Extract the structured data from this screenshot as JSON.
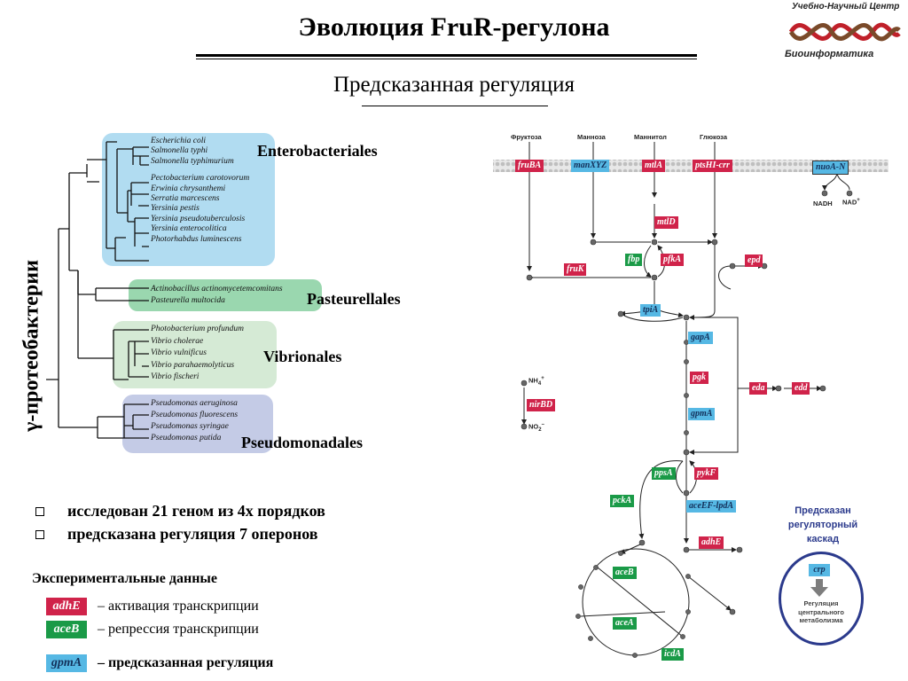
{
  "header": {
    "title": "Эволюция FruR-регулона",
    "subtitle": "Предсказанная регуляция",
    "logo_top": "Учебно-Научный Центр",
    "logo_bottom": "Биоинформатика"
  },
  "tree": {
    "vertical_label": "γ-протеобактерии",
    "orders": [
      {
        "name": "Enterobacteriales",
        "color": "#a9d8f0",
        "species": [
          "Escherichia coli",
          "Salmonella typhi",
          "Salmonella typhimurium",
          "Pectobacterium carotovorum",
          "Erwinia chrysanthemi",
          "Serratia marcescens",
          "Yersinia pestis",
          "Yersinia pseudotuberculosis",
          "Yersinia enterocolitica",
          "Photorhabdus luminescens"
        ]
      },
      {
        "name": "Pasteurellales",
        "color": "#8fd3a6",
        "species": [
          "Actinobacillus actinomycetemcomitans",
          "Pasteurella multocida"
        ]
      },
      {
        "name": "Vibrionales",
        "color": "#d5ead5",
        "species": [
          "Photobacterium profundum",
          "Vibrio cholerae",
          "Vibrio vulnificus",
          "Vibrio parahaemolyticus",
          "Vibrio fischeri"
        ]
      },
      {
        "name": "Pseudomonadales",
        "color": "#c4cbe6",
        "species": [
          "Pseudomonas aeruginosa",
          "Pseudomonas fluorescens",
          "Pseudomonas syringae",
          "Pseudomonas putida"
        ]
      }
    ]
  },
  "bullets": [
    "исследован 21 геном из 4х порядков",
    "предсказана регуляция 7 оперонов"
  ],
  "experimental": {
    "title": "Экспериментальные данные",
    "legend": [
      {
        "tag": "adhE",
        "color": "red",
        "text": "– активация транскрипции",
        "bold": false
      },
      {
        "tag": "aceB",
        "color": "green",
        "text": "– репрессия транскрипции",
        "bold": false
      },
      {
        "tag": "gpmA",
        "color": "blue",
        "text": "– предсказанная регуляция",
        "bold": true
      }
    ]
  },
  "pathway": {
    "sugars": [
      "Фруктоза",
      "Манноза",
      "Маннитол",
      "Глюкоза"
    ],
    "membrane_genes": [
      {
        "name": "fruBA",
        "color": "red"
      },
      {
        "name": "manXYZ",
        "color": "blue"
      },
      {
        "name": "mtlA",
        "color": "red"
      },
      {
        "name": "ptsHI-crr",
        "color": "red"
      },
      {
        "name": "nuoA-N",
        "color": "blue"
      }
    ],
    "nadh": "NADH",
    "nad": "NAD",
    "nad_sup": "+",
    "nh4": "NH",
    "nh4_sub": "4",
    "nh4_sup": "+",
    "no2": "NO",
    "no2_sub": "2",
    "no2_sup": "–",
    "genes": [
      {
        "name": "mtlD",
        "color": "red"
      },
      {
        "name": "fbp",
        "color": "green"
      },
      {
        "name": "pfkA",
        "color": "red"
      },
      {
        "name": "fruK",
        "color": "red"
      },
      {
        "name": "epd",
        "color": "red"
      },
      {
        "name": "tpiA",
        "color": "blue"
      },
      {
        "name": "gapA",
        "color": "blue"
      },
      {
        "name": "pgk",
        "color": "red"
      },
      {
        "name": "eda",
        "color": "red"
      },
      {
        "name": "edd",
        "color": "red"
      },
      {
        "name": "gpmA",
        "color": "blue"
      },
      {
        "name": "nirBD",
        "color": "red"
      },
      {
        "name": "ppsA",
        "color": "green"
      },
      {
        "name": "pykF",
        "color": "red"
      },
      {
        "name": "pckA",
        "color": "green"
      },
      {
        "name": "aceEF-lpdA",
        "color": "blue"
      },
      {
        "name": "adhE",
        "color": "red"
      },
      {
        "name": "aceB",
        "color": "green"
      },
      {
        "name": "aceA",
        "color": "green"
      },
      {
        "name": "icdA",
        "color": "green"
      }
    ]
  },
  "cascade": {
    "title_lines": [
      "Предсказан",
      "регуляторный",
      "каскад"
    ],
    "gene": "crp",
    "lines": [
      "Регуляция",
      "центрального",
      "метаболизма"
    ]
  },
  "colors": {
    "red": "#d0234a",
    "green": "#1a9a47",
    "blue": "#56b8e4"
  }
}
